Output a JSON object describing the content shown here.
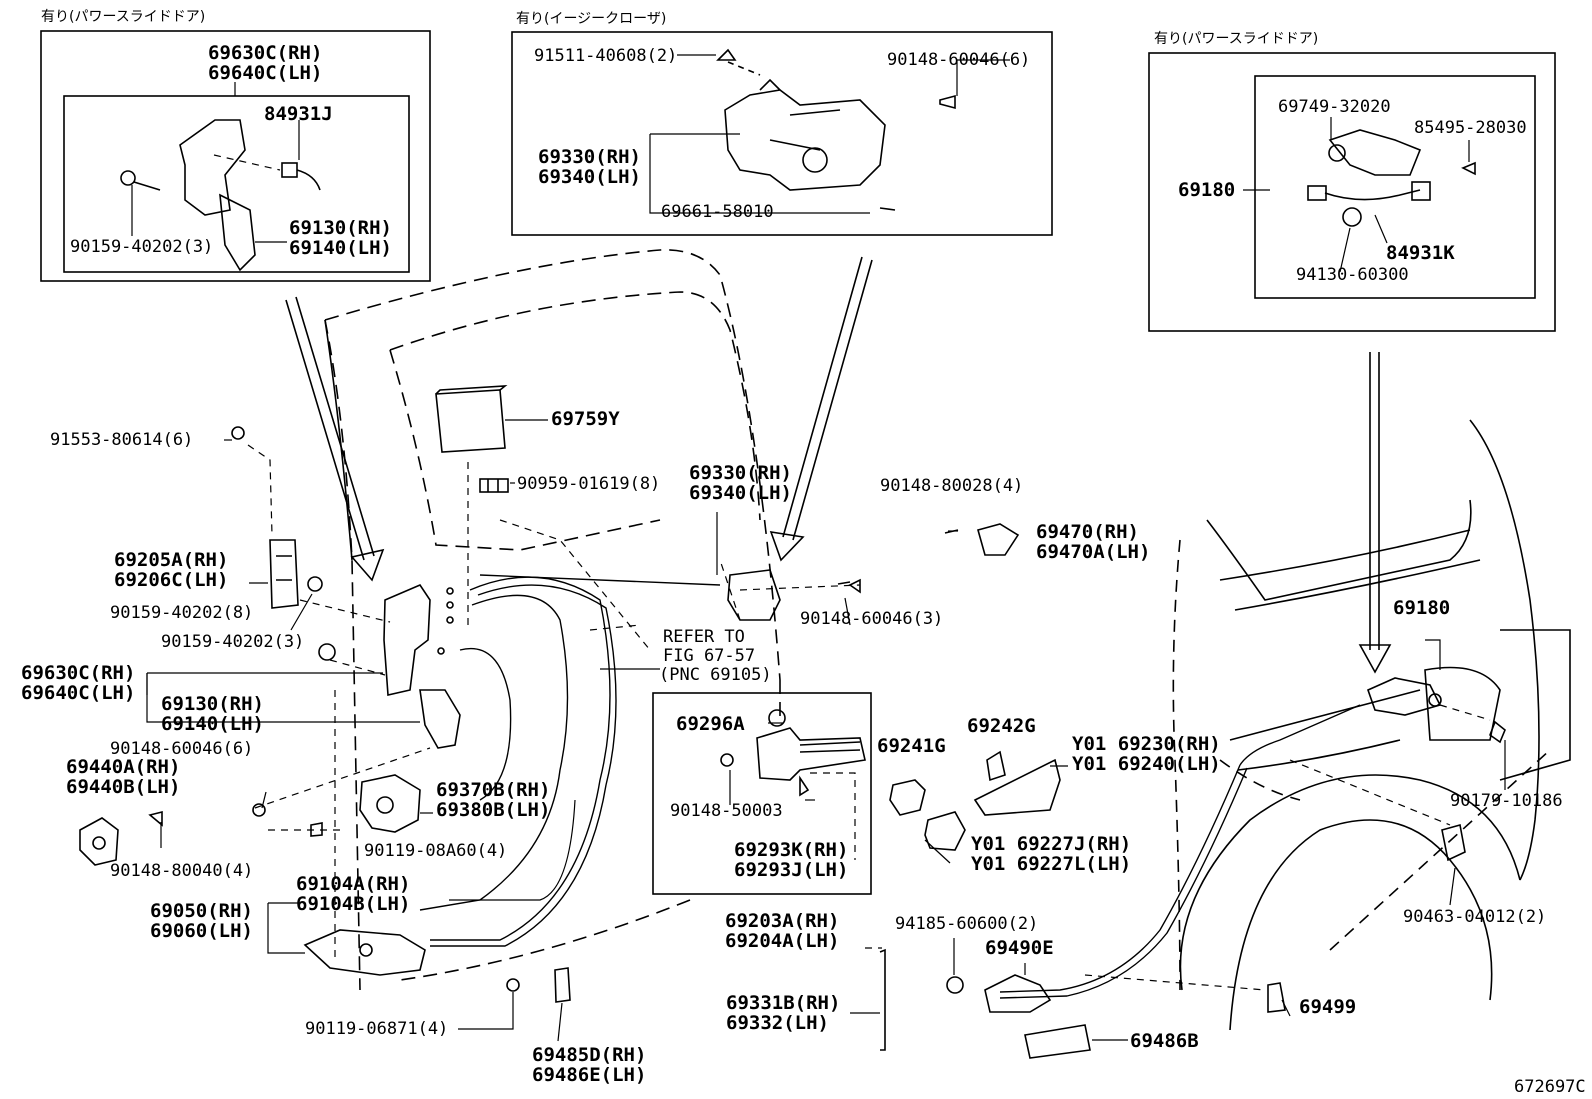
{
  "insets": {
    "power_left_title": "有り(パワースライドドア)",
    "easy_closer_title": "有り(イージークローザ)",
    "power_right_title": "有り(パワースライドドア)"
  },
  "labels": {
    "p69630C_rh_top": "69630C(RH)",
    "p69640C_lh_top": "69640C(LH)",
    "p84931J": "84931J",
    "p90159_40202_3_top": "90159-40202(3)",
    "p69130_rh_top": "69130(RH)",
    "p69140_lh_top": "69140(LH)",
    "p91511_40608": "91511-40608(2)",
    "p90148_60046_6_top": "90148-60046(6)",
    "p69330_rh_top": "69330(RH)",
    "p69340_lh_top": "69340(LH)",
    "p69661_58010": "69661-58010",
    "p69749_32020": "69749-32020",
    "p85495_28030": "85495-28030",
    "p69180_top": "69180",
    "p84931K": "84931K",
    "p94130_60300": "94130-60300",
    "p69759Y": "69759Y",
    "p91553_80614": "91553-80614(6)",
    "p90959_01619": "90959-01619(8)",
    "p69330_rh": "69330(RH)",
    "p69340_lh": "69340(LH)",
    "p90148_80028": "90148-80028(4)",
    "p69470_rh": "69470(RH)",
    "p69470A_lh": "69470A(LH)",
    "p69205A_rh": "69205A(RH)",
    "p69206C_lh": "69206C(LH)",
    "p90159_40202_8": "90159-40202(8)",
    "p90148_60046_3": "90148-60046(3)",
    "p90159_40202_3": "90159-40202(3)",
    "refer_1": "REFER TO",
    "refer_2": "FIG 67-57",
    "refer_3": "(PNC 69105)",
    "p69630C_rh": "69630C(RH)",
    "p69640C_lh": "69640C(LH)",
    "p69130_rh": "69130(RH)",
    "p69140_lh": "69140(LH)",
    "p90148_60046_6": "90148-60046(6)",
    "p69296A": "69296A",
    "p90148_50003": "90148-50003",
    "p69241G": "69241G",
    "p69242G": "69242G",
    "y69230_rh": "Y01 69230(RH)",
    "y69240_lh": "Y01 69240(LH)",
    "p69180": "69180",
    "p90179_10186": "90179-10186",
    "p69440A_rh": "69440A(RH)",
    "p69440B_lh": "69440B(LH)",
    "p90148_80040": "90148-80040(4)",
    "p69370B_rh": "69370B(RH)",
    "p69380B_lh": "69380B(LH)",
    "p90119_08A60": "90119-08A60(4)",
    "p69293K_rh": "69293K(RH)",
    "p69293J_lh": "69293J(LH)",
    "y69227J_rh": "Y01 69227J(RH)",
    "y69227L_lh": "Y01 69227L(LH)",
    "p69104A_rh": "69104A(RH)",
    "p69104B_lh": "69104B(LH)",
    "p69050_rh": "69050(RH)",
    "p69060_lh": "69060(LH)",
    "p69203A_rh": "69203A(RH)",
    "p69204A_lh": "69204A(LH)",
    "p94185_60600": "94185-60600(2)",
    "p69490E": "69490E",
    "p90463_04012": "90463-04012(2)",
    "p69331B_rh": "69331B(RH)",
    "p69332_lh": "69332(LH)",
    "p69499": "69499",
    "p90119_06871": "90119-06871(4)",
    "p69486B": "69486B",
    "p69485D_rh": "69485D(RH)",
    "p69486E_lh": "69486E(LH)",
    "figure_id": "672697C"
  }
}
